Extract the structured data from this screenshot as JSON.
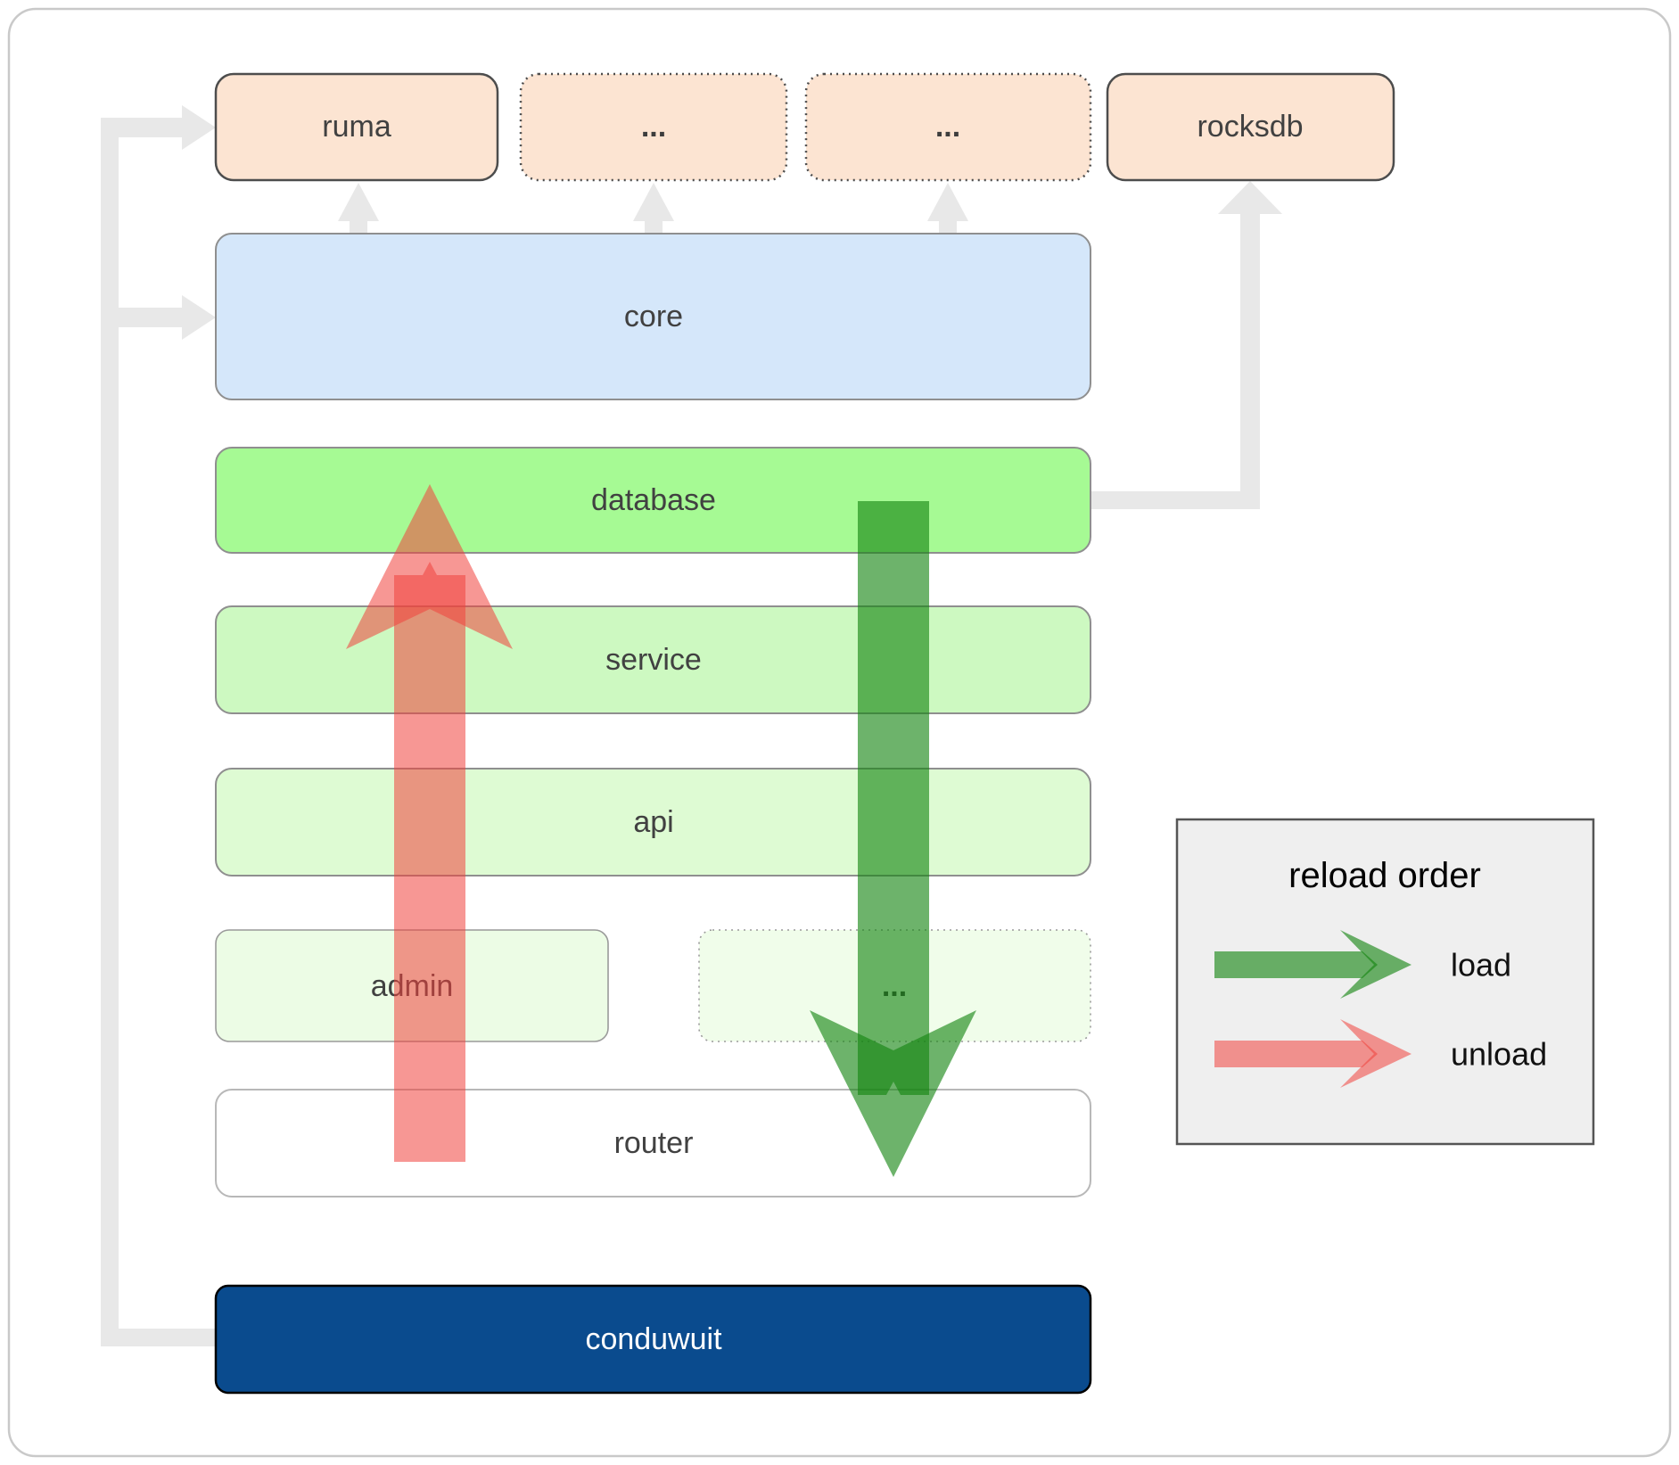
{
  "nodes": {
    "ruma": "ruma",
    "dep_more_1": "...",
    "dep_more_2": "...",
    "rocksdb": "rocksdb",
    "core": "core",
    "database": "database",
    "service": "service",
    "api": "api",
    "admin": "admin",
    "service_more": "...",
    "router": "router",
    "conduwuit": "conduwuit"
  },
  "legend": {
    "title": "reload order",
    "items": [
      {
        "label": "load"
      },
      {
        "label": "unload"
      }
    ]
  },
  "colors": {
    "dependency_peach": "#fce4d2",
    "core_blue": "#d5e7fa",
    "database_green": "#a6fa94",
    "service_green": "#cdf9c1",
    "api_green": "#defbd3",
    "admin_green": "#ecfce5",
    "more_green": "#f0fdea",
    "router_white": "#ffffff",
    "conduwuit_blue": "#0a4b8e",
    "connector_gray": "#e8e8e8",
    "load_green": "rgba(20,132,16,0.62)",
    "unload_red": "rgba(240,65,60,0.55)",
    "legend_bg": "#efefef",
    "label_gray": "#414141"
  }
}
